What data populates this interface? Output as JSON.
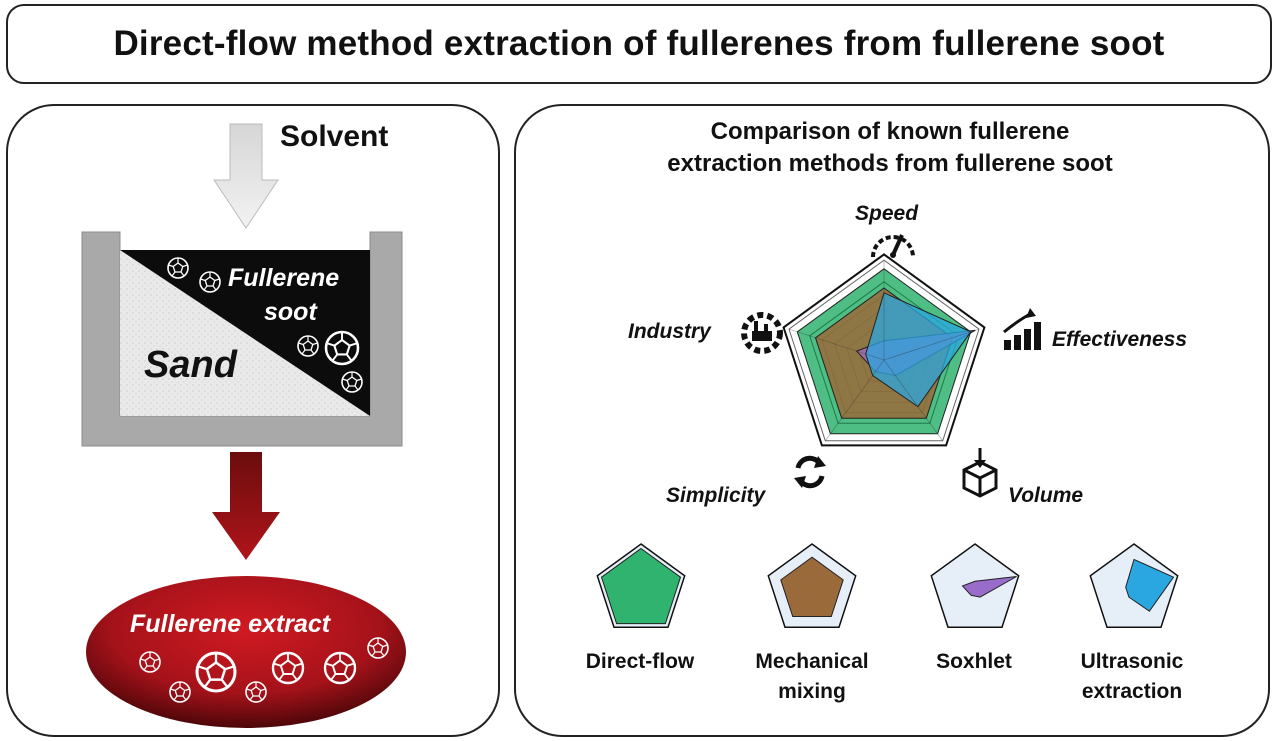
{
  "title": "Direct-flow method extraction of fullerenes from fullerene soot",
  "left_panel": {
    "solvent_label": "Solvent",
    "soot_label_line1": "Fullerene",
    "soot_label_line2": "soot",
    "sand_label": "Sand",
    "extract_label": "Fullerene extract"
  },
  "right_panel": {
    "heading_line1": "Comparison of known fullerene",
    "heading_line2": "extraction methods from fullerene soot",
    "axes": [
      "Speed",
      "Effectiveness",
      "Volume",
      "Simplicity",
      "Industry"
    ],
    "methods": [
      {
        "line1": "Direct-flow",
        "line2": "",
        "color": "#2fb36e"
      },
      {
        "line1": "Mechanical",
        "line2": "mixing",
        "color": "#9b6a3a"
      },
      {
        "line1": "Soxhlet",
        "line2": "",
        "color": "#9a6cc9"
      },
      {
        "line1": "Ultrasonic",
        "line2": "extraction",
        "color": "#2aa7e0"
      }
    ]
  },
  "chart_data": {
    "type": "radar",
    "axes": [
      "Speed",
      "Effectiveness",
      "Volume",
      "Simplicity",
      "Industry"
    ],
    "series": [
      {
        "name": "Direct-flow",
        "values": [
          0.95,
          0.95,
          0.95,
          0.95,
          0.95
        ],
        "color": "#2fb36e"
      },
      {
        "name": "Mechanical mixing",
        "values": [
          0.75,
          0.75,
          0.75,
          0.75,
          0.75
        ],
        "color": "#9b6a3a"
      },
      {
        "name": "Soxhlet",
        "values": [
          0.2,
          1.0,
          0.2,
          0.15,
          0.3
        ],
        "color": "#9a6cc9"
      },
      {
        "name": "Ultrasonic extraction",
        "values": [
          0.7,
          0.95,
          0.6,
          0.2,
          0.2
        ],
        "color": "#2aa7e0"
      }
    ]
  }
}
